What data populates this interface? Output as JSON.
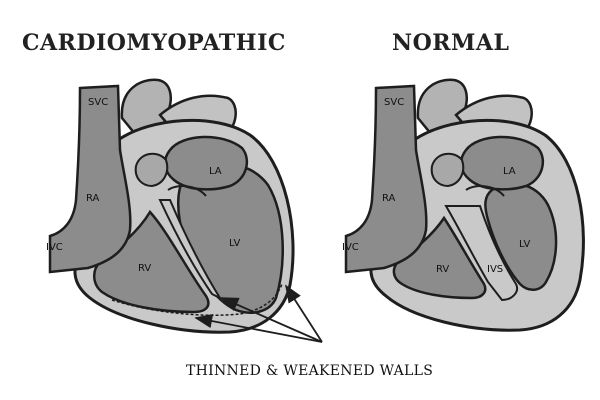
{
  "titles": {
    "left": "CARDIOMYOPATHIC",
    "right": "NORMAL"
  },
  "left_heart": {
    "svc": "SVC",
    "ra": "RA",
    "ivc": "IVC",
    "la": "LA",
    "lv": "LV",
    "rv": "RV"
  },
  "right_heart": {
    "svc": "SVC",
    "ra": "RA",
    "ivc": "IVC",
    "la": "LA",
    "lv": "LV",
    "rv": "RV",
    "ivs": "IVS"
  },
  "caption": "THINNED & WEAKENED WALLS",
  "colors": {
    "chamber": "#8c8c8c",
    "wall": "#c9c9c9",
    "vessel": "#b3b3b3",
    "outline": "#1e1e1e"
  }
}
